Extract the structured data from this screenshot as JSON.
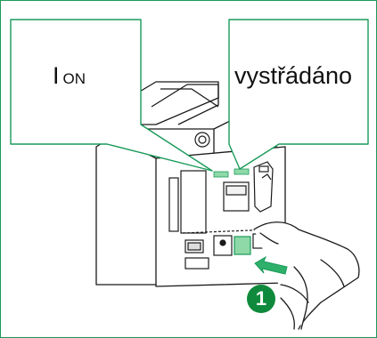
{
  "callouts": {
    "left": {
      "main": "I",
      "sub": "ON"
    },
    "right": {
      "text": "vystřádáno"
    }
  },
  "step": {
    "number": "1"
  },
  "colors": {
    "border": "#1a9a5a",
    "indicator_green": "#8fd9a8",
    "badge": "#0f8a3c",
    "arrow": "#2fb06a",
    "line": "#1a1a1a"
  }
}
